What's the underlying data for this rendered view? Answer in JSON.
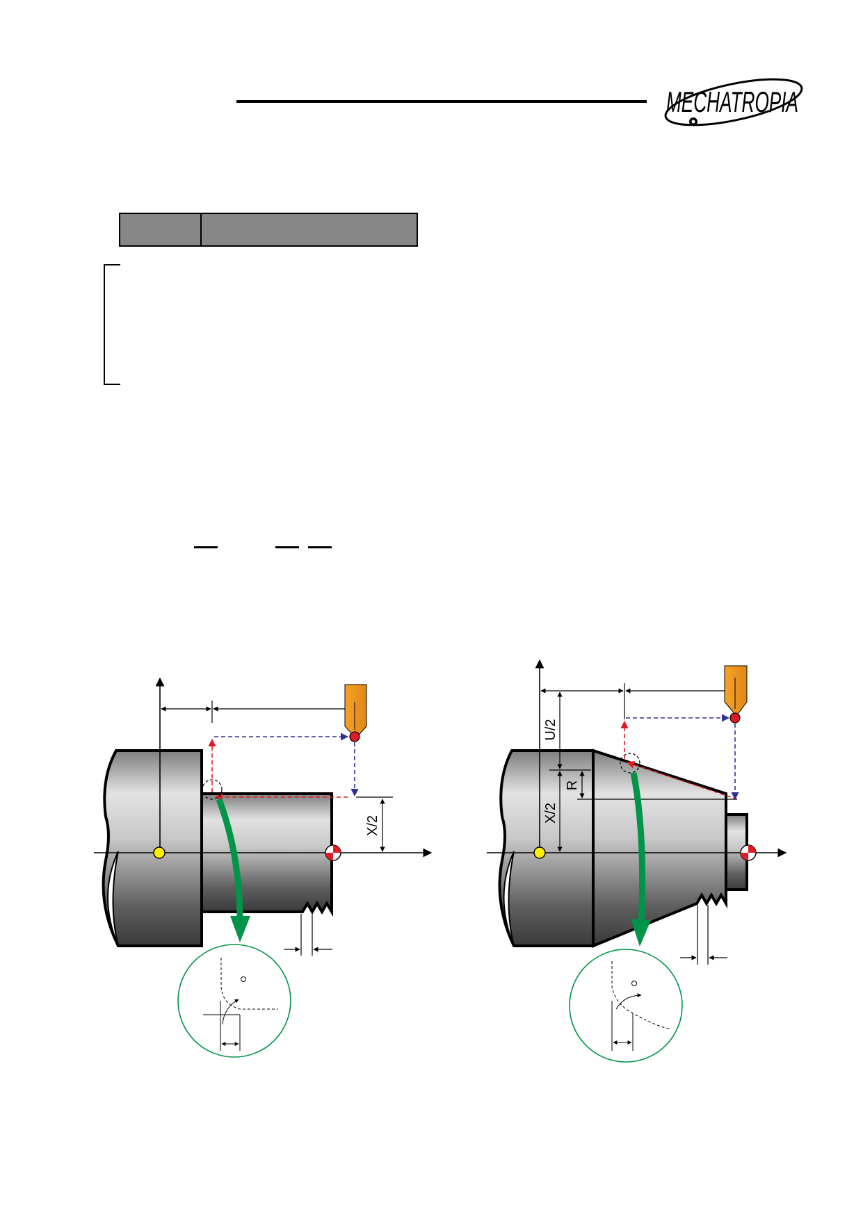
{
  "logo": {
    "text": "MECHATROPIA"
  },
  "figure_left": {
    "dimension_labels": {
      "x_half": "X/2"
    }
  },
  "figure_right": {
    "dimension_labels": {
      "u_half": "U/2",
      "r": "R",
      "x_half": "X/2"
    }
  },
  "colors": {
    "table_fill": "#878787",
    "tool_orange": "#f7a325",
    "tool_tip_red": "#e01b24",
    "origin_yellow": "#ffee00",
    "feed_blue": "#2e3192",
    "feed_red": "#e01b24",
    "detail_green": "#00934a"
  }
}
